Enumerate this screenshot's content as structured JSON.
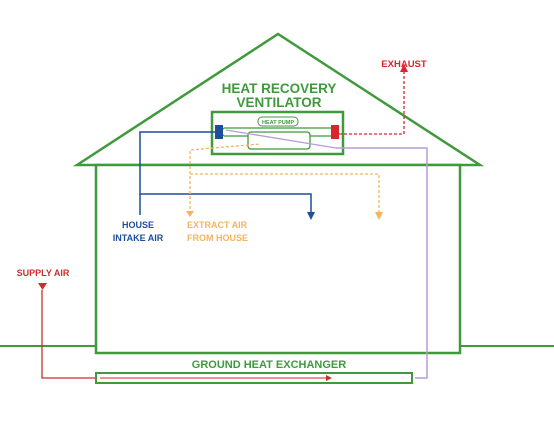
{
  "labels": {
    "hrv_line1": "HEAT RECOVERY",
    "hrv_line2": "VENTILATOR",
    "heat_pump": "HEAT PUMP",
    "exhaust": "EXHAUST",
    "house_intake_line1": "HOUSE",
    "house_intake_line2": "INTAKE AIR",
    "extract_line1": "EXTRACT AIR",
    "extract_line2": "FROM HOUSE",
    "supply_air": "SUPPLY AIR",
    "ground_exchanger": "GROUND HEAT EXCHANGER"
  },
  "colors": {
    "structure_green": "#3f9a3c",
    "title_green": "#3f9a3c",
    "exhaust_red": "#d9262c",
    "intake_blue": "#1c4f9c",
    "extract_orange": "#f2b461",
    "supply_red": "#c9302c",
    "purple": "#b99bd8"
  }
}
